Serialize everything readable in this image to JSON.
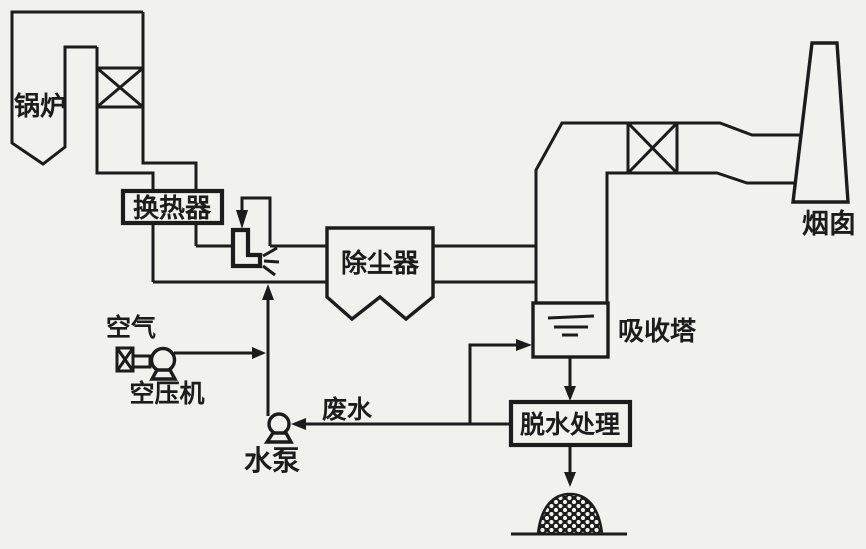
{
  "diagram": {
    "kind": "process-flow-diagram",
    "colors": {
      "paper": "#f1f1ee",
      "ink": "#1c1c1c"
    },
    "labels": {
      "boiler": "锅炉",
      "heat_exchanger": "换热器",
      "dust_collector": "除尘器",
      "absorption_tower": "吸收塔",
      "chimney": "烟囱",
      "air": "空气",
      "air_compressor": "空压机",
      "water_pump": "水泵",
      "wastewater": "废水",
      "dewatering": "脱水处理"
    },
    "symbols": {
      "air_preheater": "crossed-box",
      "gas_reheater": "crossed-box",
      "inlet_valve": "small-crossed-box",
      "air_compressor": "circle-with-base",
      "water_pump": "circle-with-base",
      "spray_nozzle": "l-pipe-with-spray-fan",
      "liquid_level": "three-stacked-lines",
      "byproduct_pile": "hatched-mound"
    }
  }
}
